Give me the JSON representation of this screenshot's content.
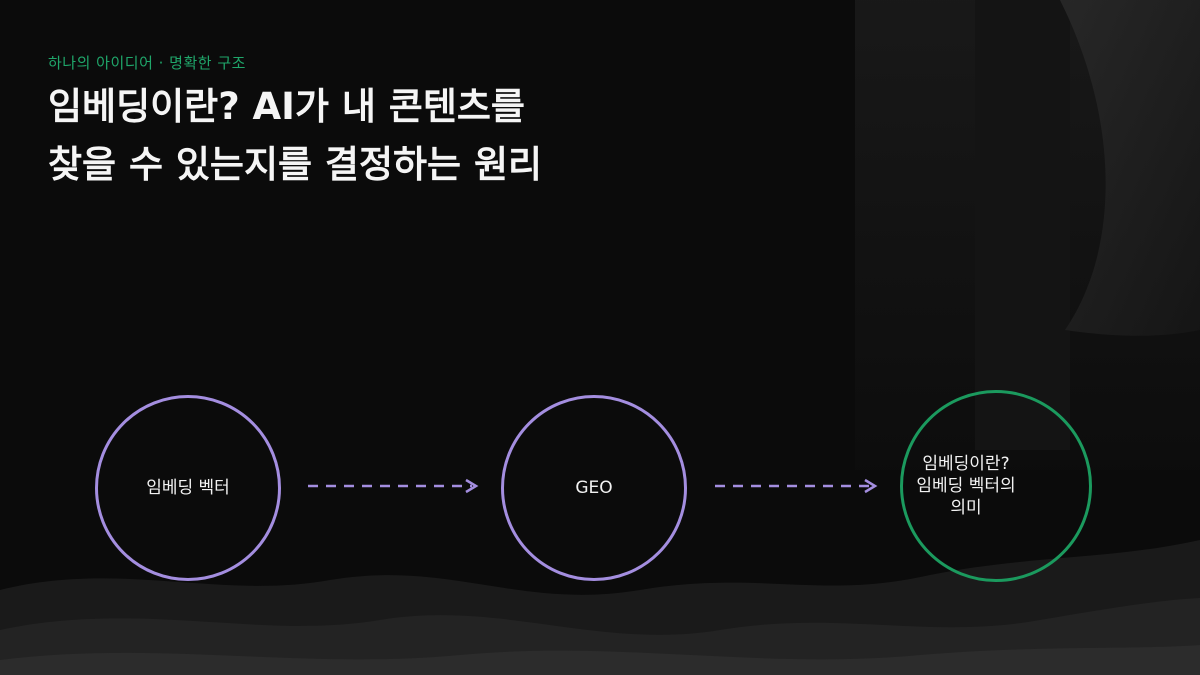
{
  "slide": {
    "eyebrow": "하나의 아이디어 · 명확한 구조",
    "title_line1": "임베딩이란? AI가 내 콘텐츠를",
    "title_line2": "찾을 수 있는지를 결정하는 원리"
  },
  "diagram": {
    "nodes": [
      {
        "label": "임베딩 벡터"
      },
      {
        "label": "GEO"
      },
      {
        "label_line1": "임베딩이란?",
        "label_line2": "임베딩 벡터의",
        "label_line3": "의미"
      }
    ]
  },
  "colors": {
    "accent_green": "#1fa66a",
    "node_purple": "#a48ee0",
    "node_green": "#1b9a5e",
    "background": "#0b0b0b"
  }
}
